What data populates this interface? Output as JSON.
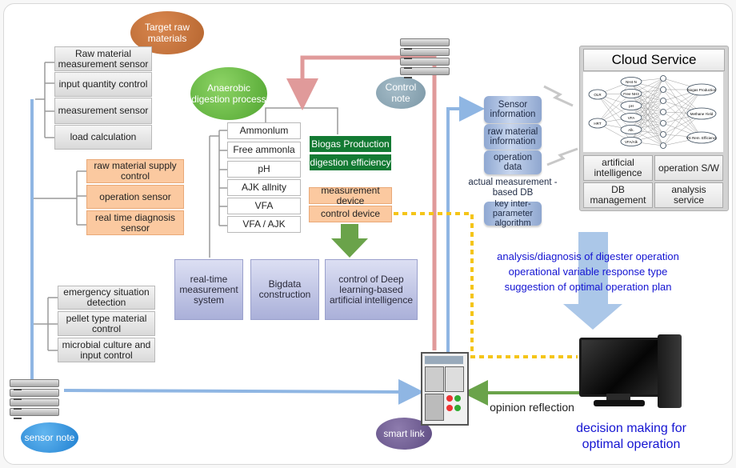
{
  "bubbles": {
    "target": "Target raw materials",
    "anaerobic": "Anaerobic digestion process",
    "control": "Control note",
    "sensor": "sensor note",
    "smart": "smart link"
  },
  "raw_group": [
    "Raw material measurement sensor",
    "input quantity control",
    "measurement sensor",
    "load calculation"
  ],
  "supply_group": [
    "raw material supply control",
    "operation sensor",
    "real time diagnosis sensor"
  ],
  "misc_group": [
    "emergency situation detection",
    "pellet type material control",
    "microbial culture and input control"
  ],
  "params": [
    "Ammonlum",
    "Free ammonla",
    "pH",
    "AJK allnity",
    "VFA",
    "VFA / AJK"
  ],
  "biogas": {
    "production": "Biogas Production",
    "efficiency": "digestion efficiency"
  },
  "devices": [
    "measurement device",
    "control device"
  ],
  "systems": [
    "real-time measurement system",
    "Bigdata construction",
    "control of Deep learning-based artificial intelligence"
  ],
  "db_stack": [
    "Sensor information",
    "raw material information",
    "operation data",
    "actual measurement -based DB",
    "key inter-parameter algorithm"
  ],
  "cloud": {
    "title": "Cloud Service",
    "network": {
      "inputs": [
        "OLR",
        "HRT"
      ],
      "middle": [
        "NH4-N",
        "Free NH3",
        "pH",
        "VFA",
        "Alk.",
        "VFA/Alk"
      ],
      "outputs": [
        "Biogas Production",
        "Methane Yield",
        "VS Rem. Efficiency"
      ]
    },
    "services": [
      "artificial intelligence",
      "operation S/W",
      "DB management",
      "analysis service"
    ]
  },
  "analysis": [
    "analysis/diagnosis of digester operation",
    "operational variable response type",
    "suggestion of optimal operation plan"
  ],
  "opinion": "opinion reflection",
  "decision": "decision making for optimal operation",
  "colors": {
    "blue_arrow": "#8fb6e3",
    "red_arrow": "#e09a9a",
    "green_arrow": "#6aa34a",
    "yellow_dash": "#f5c518",
    "accent_text": "#1414d2",
    "brown": "#b5652f",
    "green_bubble": "#5ab534",
    "teal_bubble": "#7b97a6",
    "blue_bubble": "#2f8fd8",
    "purple_bubble": "#6b5a8c"
  }
}
